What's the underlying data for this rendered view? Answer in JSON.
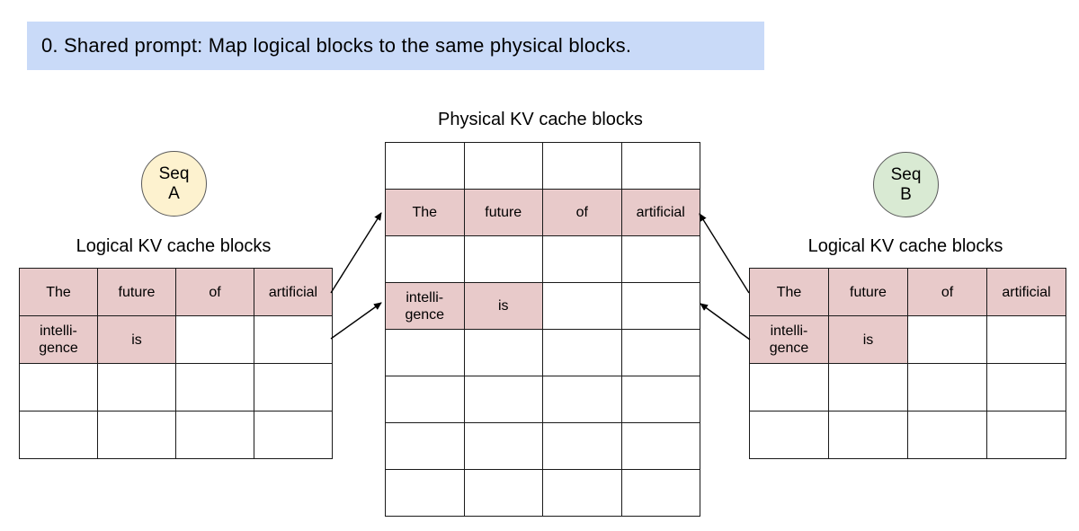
{
  "banner": {
    "text": "0. Shared prompt: Map logical blocks to the same physical blocks."
  },
  "colors": {
    "banner_bg": "#c9daf8",
    "highlight_cell": "#e8caca",
    "seq_a_bg": "#fdf2cf",
    "seq_b_bg": "#d9ead3",
    "table_border": "#1a1a1a"
  },
  "seq_a": {
    "line1": "Seq",
    "line2": "A"
  },
  "seq_b": {
    "line1": "Seq",
    "line2": "B"
  },
  "physical": {
    "title": "Physical KV cache blocks",
    "rows": [
      [
        "",
        "",
        "",
        ""
      ],
      [
        "The",
        "future",
        "of",
        "artificial"
      ],
      [
        "",
        "",
        "",
        ""
      ],
      [
        "intelli-\ngence",
        "is",
        "",
        ""
      ],
      [
        "",
        "",
        "",
        ""
      ],
      [
        "",
        "",
        "",
        ""
      ],
      [
        "",
        "",
        "",
        ""
      ],
      [
        "",
        "",
        "",
        ""
      ]
    ]
  },
  "logical_a": {
    "title": "Logical KV cache blocks",
    "rows": [
      [
        "The",
        "future",
        "of",
        "artificial"
      ],
      [
        "intelli-\ngence",
        "is",
        "",
        ""
      ],
      [
        "",
        "",
        "",
        ""
      ],
      [
        "",
        "",
        "",
        ""
      ]
    ]
  },
  "logical_b": {
    "title": "Logical KV cache blocks",
    "rows": [
      [
        "The",
        "future",
        "of",
        "artificial"
      ],
      [
        "intelli-\ngence",
        "is",
        "",
        ""
      ],
      [
        "",
        "",
        "",
        ""
      ],
      [
        "",
        "",
        "",
        ""
      ]
    ]
  },
  "arrows": [
    {
      "from": "seq-a-logical-block-0",
      "to": "physical-block-1"
    },
    {
      "from": "seq-a-logical-block-1",
      "to": "physical-block-3"
    },
    {
      "from": "seq-b-logical-block-0",
      "to": "physical-block-1"
    },
    {
      "from": "seq-b-logical-block-1",
      "to": "physical-block-3"
    }
  ]
}
